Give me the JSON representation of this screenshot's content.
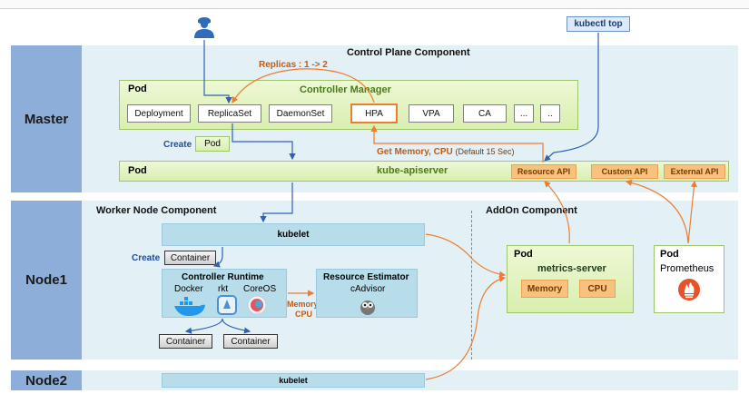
{
  "top_tab": "",
  "rows": {
    "master": "Master",
    "node1": "Node1",
    "node2": "Node2"
  },
  "sections": {
    "control_plane": "Control Plane Component",
    "worker_node": "Worker Node Component",
    "addon": "AddOn Component"
  },
  "user_icon": "user-icon",
  "kubectl_top": "kubectl top",
  "replicas_label": "Replicas : 1 -> 2",
  "controller_manager": {
    "pod_label": "Pod",
    "title": "Controller Manager",
    "controllers": [
      "Deployment",
      "ReplicaSet",
      "DaemonSet",
      "HPA",
      "VPA",
      "CA",
      "...",
      ".."
    ]
  },
  "create_pod": {
    "create": "Create",
    "pod": "Pod"
  },
  "get_memory": {
    "bold": "Get Memory, CPU",
    "normal": "(Default 15 Sec)"
  },
  "apiserver": {
    "pod_label": "Pod",
    "title": "kube-apiserver",
    "apis": [
      "Resource API",
      "Custom API",
      "External API"
    ]
  },
  "kubelet": "kubelet",
  "create_container": {
    "create": "Create",
    "container": "Container"
  },
  "controller_runtime": {
    "title": "Controller Runtime",
    "runtimes": [
      "Docker",
      "rkt",
      "CoreOS"
    ]
  },
  "memory_cpu_label": [
    "Memory",
    "CPU"
  ],
  "resource_estimator": {
    "title": "Resource Estimator",
    "sub": "cAdvisor"
  },
  "containers": [
    "Container",
    "Container"
  ],
  "metrics_server": {
    "pod_label": "Pod",
    "title": "metrics-server",
    "items": [
      "Memory",
      "CPU"
    ]
  },
  "prometheus": {
    "pod_label": "Pod",
    "title": "Prometheus"
  },
  "node2_kubelet": "kubelet",
  "colors": {
    "side": "#8daed8",
    "band": "#e3f0f6",
    "green": "#d8efae",
    "orange_arrow": "#ed7d31",
    "blue_arrow": "#2e62b5",
    "orange_box": "#f6c27e"
  }
}
